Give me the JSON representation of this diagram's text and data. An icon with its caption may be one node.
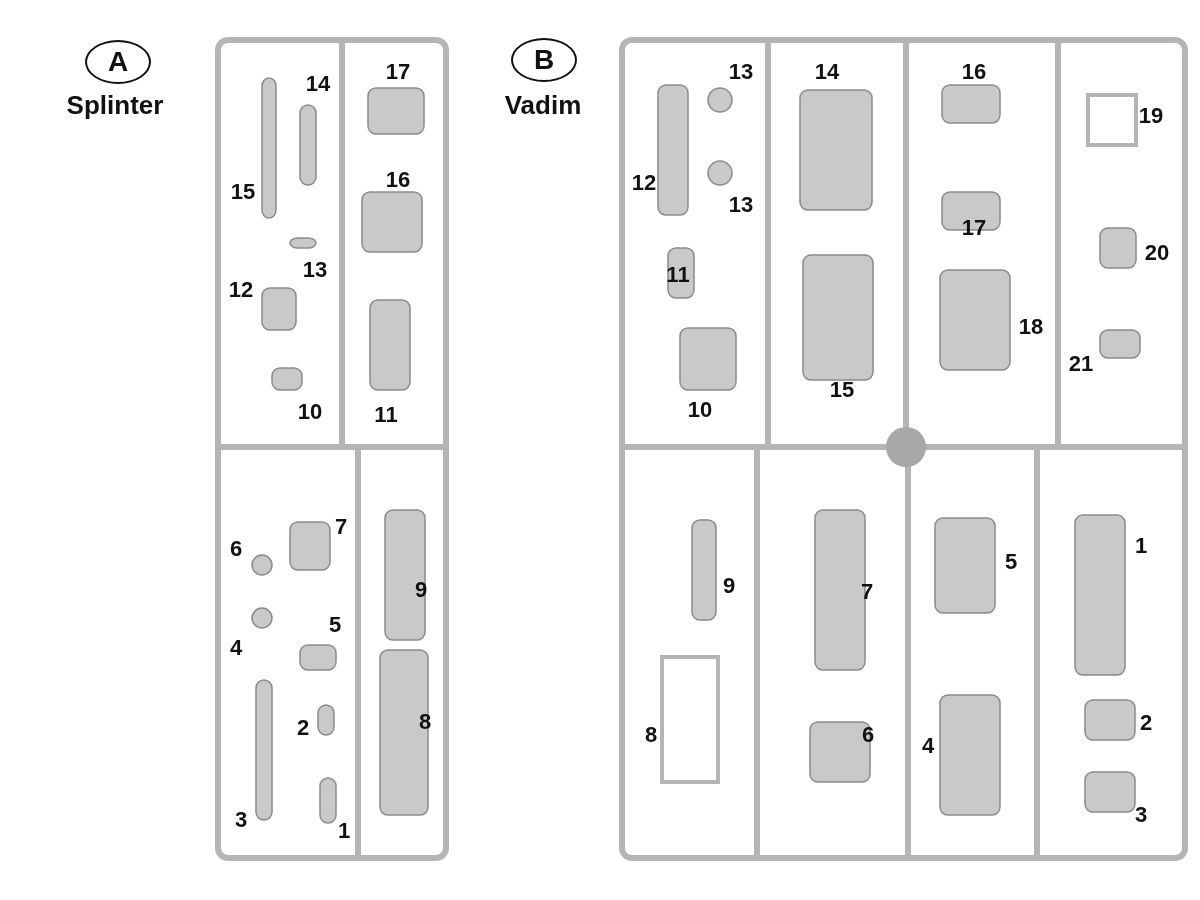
{
  "diagram": {
    "nodes": [
      {
        "text": [
          "A"
        ],
        "beside": [
          "Splinter"
        ]
      },
      {
        "text": [
          "B"
        ],
        "beside": [
          "Vadim"
        ]
      }
    ],
    "labels": [
      "14",
      "17",
      "15",
      "16",
      "13",
      "12",
      "10",
      "11",
      "7",
      "6",
      "9",
      "5",
      "4",
      "2",
      "8",
      "3",
      "1",
      "13",
      "14",
      "16",
      "19",
      "12",
      "13",
      "17",
      "20",
      "11",
      "18",
      "21",
      "10",
      "15",
      "1",
      "9",
      "5",
      "7",
      "2",
      "8",
      "6",
      "4",
      "3"
    ]
  }
}
